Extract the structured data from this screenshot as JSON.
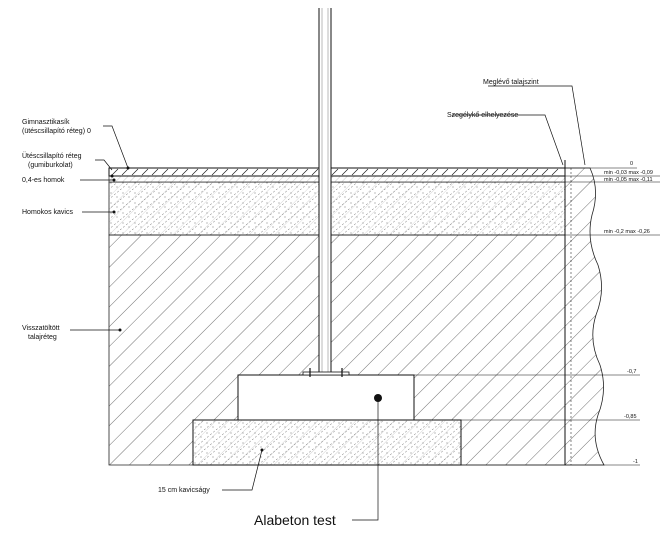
{
  "labels": {
    "gym_surface": "Gimnasztikasík",
    "gym_surface_sub": "(ütéscsillapító réteg) 0",
    "impact_layer": "Ütéscsillapító réteg",
    "impact_layer_sub": "(gumiburkolat)",
    "sand": "0,4-es homok",
    "sandy_gravel": "Homokos kavics",
    "backfill": "Visszatöltött",
    "backfill_sub": "talajréteg",
    "gravel_bed": "15 cm kavicságy",
    "concrete": "Alabeton test",
    "existing_ground": "Meglévő talajszint",
    "curb": "Szegélykő elhelyezése"
  },
  "levels": {
    "zero": "0",
    "l1": "min -0,03 max -0,09",
    "l2": "min -0,05 max -0,11",
    "l3": "min -0,2 max -0,26",
    "l4": "-0,7",
    "l5": "-0,85",
    "l6": "-1"
  }
}
